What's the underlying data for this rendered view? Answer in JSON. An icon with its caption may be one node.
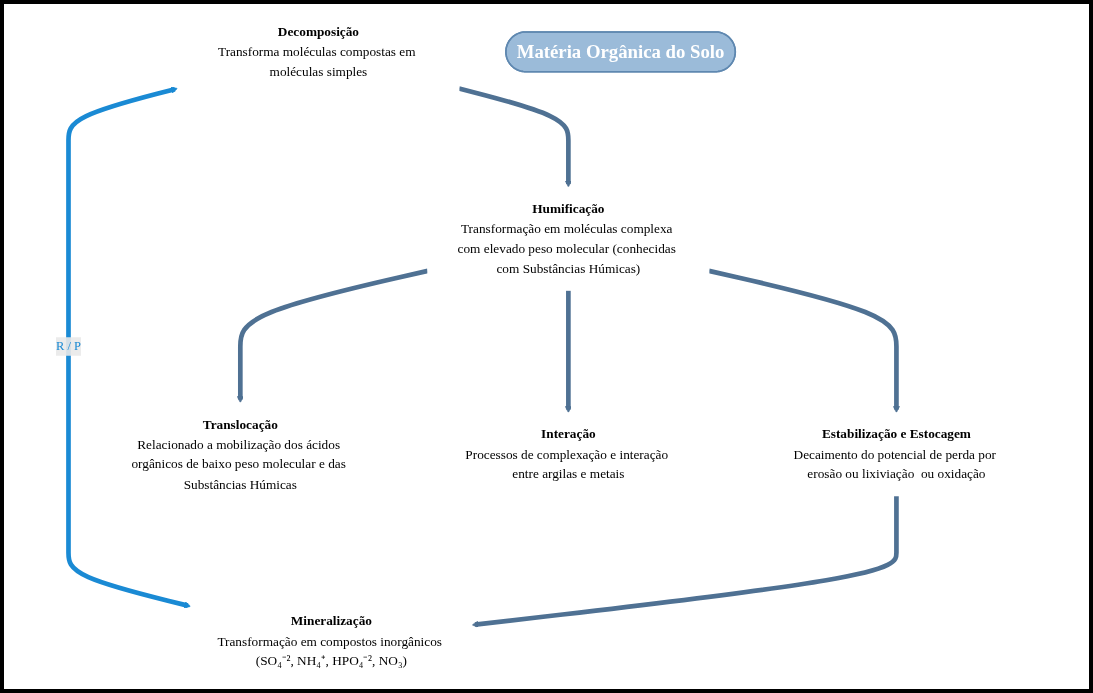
{
  "diagram": {
    "nodes": [
      {
        "text": [
          "Decomposição",
          "Transforma moléculas compostas em moléculas simples"
        ]
      },
      {
        "text": [
          "Mineralização",
          "Transformação em compostos inorgânicos (SO₄⁻², NH₄⁺, HPO₄⁻², NO₃)"
        ]
      },
      {
        "text": [
          "Matéria Orgânica do Solo"
        ]
      },
      {
        "text": [
          "Humificação",
          "Transformação em moléculas complexa com elevado peso molecular (conhecidas com Substâncias Húmicas)"
        ]
      },
      {
        "text": [
          "Estabilização e Estocagem",
          "Decaimento do potencial de perda por erosão ou lixiviação  ou oxidação"
        ]
      },
      {
        "text": [
          "Translocação",
          "Relacionado a mobilização dos ácidos orgânicos de baixo peso molecular e das Substâncias Húmicas"
        ]
      },
      {
        "text": [
          "Interação",
          "Processos de complexação e interação entre argilas e metais"
        ]
      }
    ],
    "edges": [
      {
        "from": 0,
        "to": 1,
        "arrow": "both",
        "label": "R / P",
        "color": "#1a8ad4"
      },
      {
        "from": 0,
        "to": 3,
        "arrow": "to"
      },
      {
        "from": 3,
        "to": 4,
        "arrow": "to"
      },
      {
        "from": 4,
        "to": 1,
        "arrow": "to"
      },
      {
        "from": 3,
        "to": 5,
        "arrow": "to"
      },
      {
        "from": 3,
        "to": 6,
        "arrow": "to"
      }
    ]
  }
}
